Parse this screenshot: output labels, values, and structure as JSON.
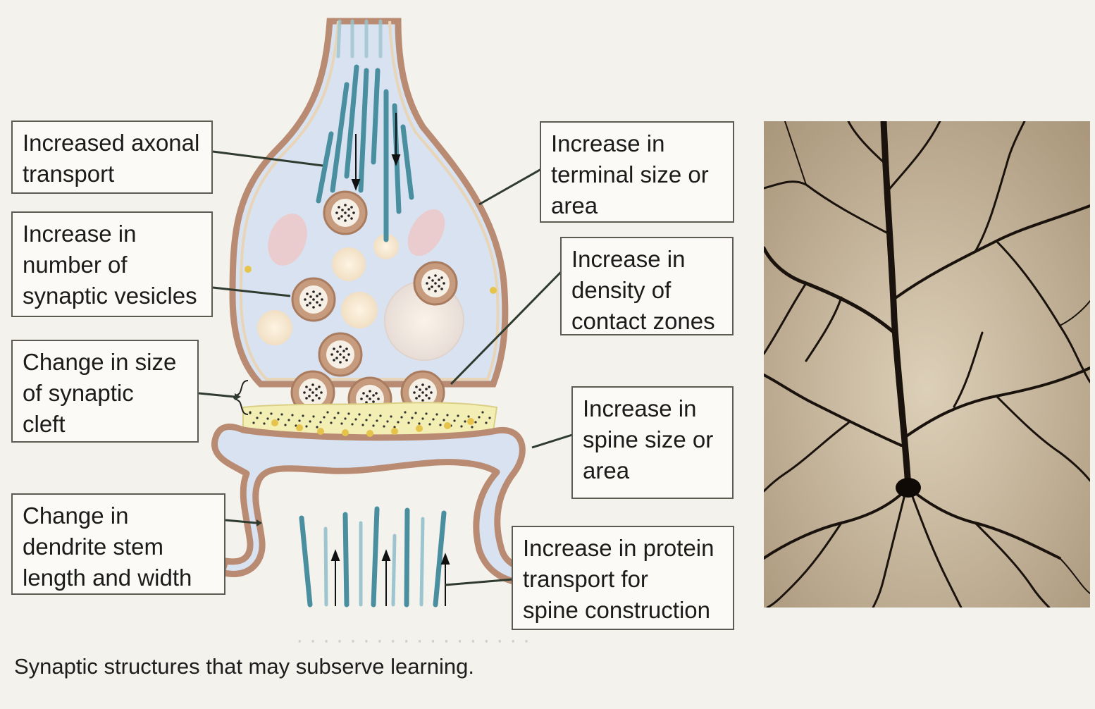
{
  "labels": {
    "axonal_transport": [
      "Increased axonal",
      "transport"
    ],
    "synaptic_vesicles": [
      "Increase in",
      "number of",
      "synaptic vesicles"
    ],
    "synaptic_cleft": [
      "Change in size",
      "of synaptic",
      "cleft"
    ],
    "dendrite_stem": [
      "Change in",
      "dendrite  stem",
      "length and width"
    ],
    "terminal_size": [
      "Increase in",
      "terminal size or",
      "area"
    ],
    "contact_zones": [
      "Increase in",
      "density of",
      "contact zones"
    ],
    "spine_size": [
      "Increase in",
      "spine size or",
      "area"
    ],
    "protein_transport": [
      "Increase in protein",
      "transport for",
      "spine construction"
    ]
  },
  "caption": "Synaptic structures that may subserve learning.",
  "colors": {
    "membrane": "#b98b72",
    "terminal_fill": "#d8e2f0",
    "microtubule": "#4a8fa0",
    "cleft": "#f3eeb4",
    "vesicle": "#c79c7e",
    "leader": "#2e3b2e",
    "neuron_ink": "#1a120c",
    "photo_bg": "#c9b89a"
  },
  "icons": {
    "photo": "neuron-micrograph"
  }
}
